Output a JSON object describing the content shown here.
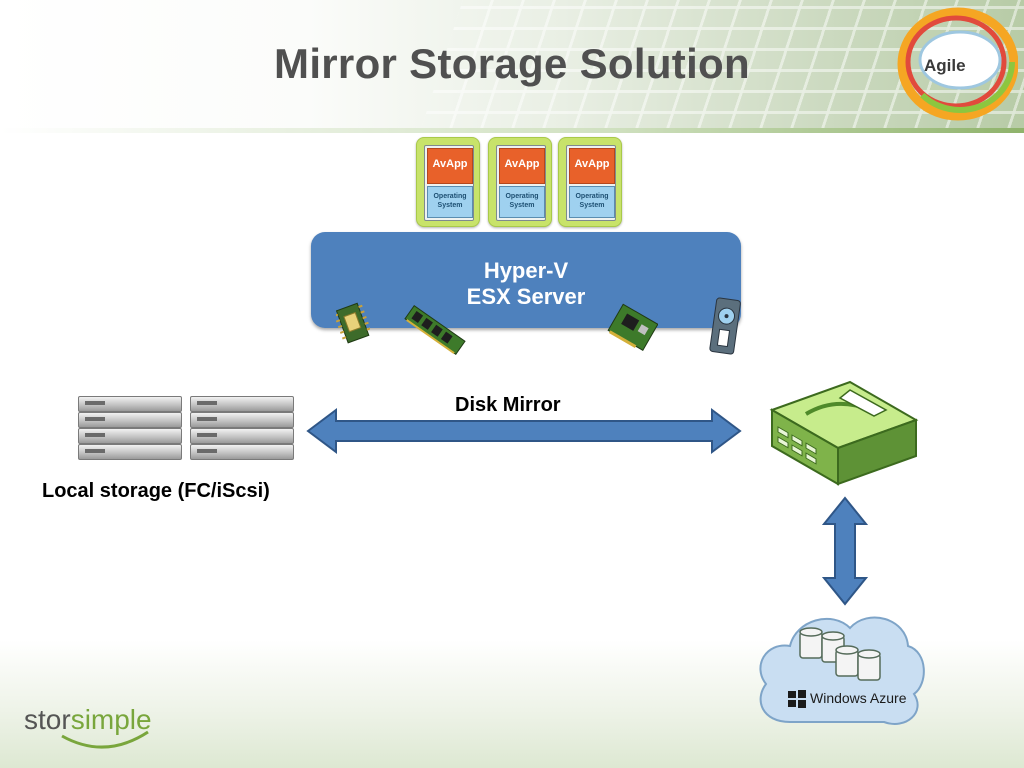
{
  "slide": {
    "title": "Mirror Storage Solution",
    "logo_text": "Agile",
    "footer_logo": {
      "part1": "stor",
      "part2": "simple"
    }
  },
  "apps": [
    {
      "top_label": "AvApp",
      "bottom_label_line1": "Operating",
      "bottom_label_line2": "System"
    },
    {
      "top_label": "AvApp",
      "bottom_label_line1": "Operating",
      "bottom_label_line2": "System"
    },
    {
      "top_label": "AvApp",
      "bottom_label_line1": "Operating",
      "bottom_label_line2": "System"
    }
  ],
  "hypervisor": {
    "line1": "Hyper-V",
    "line2": "ESX Server"
  },
  "labels": {
    "disk_mirror": "Disk Mirror",
    "local_storage": "Local storage (FC/iScsi)",
    "cloud": "Windows Azure"
  },
  "colors": {
    "hypervisor_fill": "#4e81bd",
    "arrow_fill": "#4e81bd",
    "app_card": "#c8e36a",
    "app_top": "#e8612a",
    "app_bottom": "#9fd1ef",
    "appliance_green": "#a9d66a",
    "cloud_fill": "#c9def2"
  },
  "icons": [
    "cpu-chip-icon",
    "memory-module-icon",
    "network-card-icon",
    "disk-drive-icon",
    "server-rack-icon",
    "storage-appliance-icon",
    "database-icon",
    "windows-logo-icon"
  ]
}
